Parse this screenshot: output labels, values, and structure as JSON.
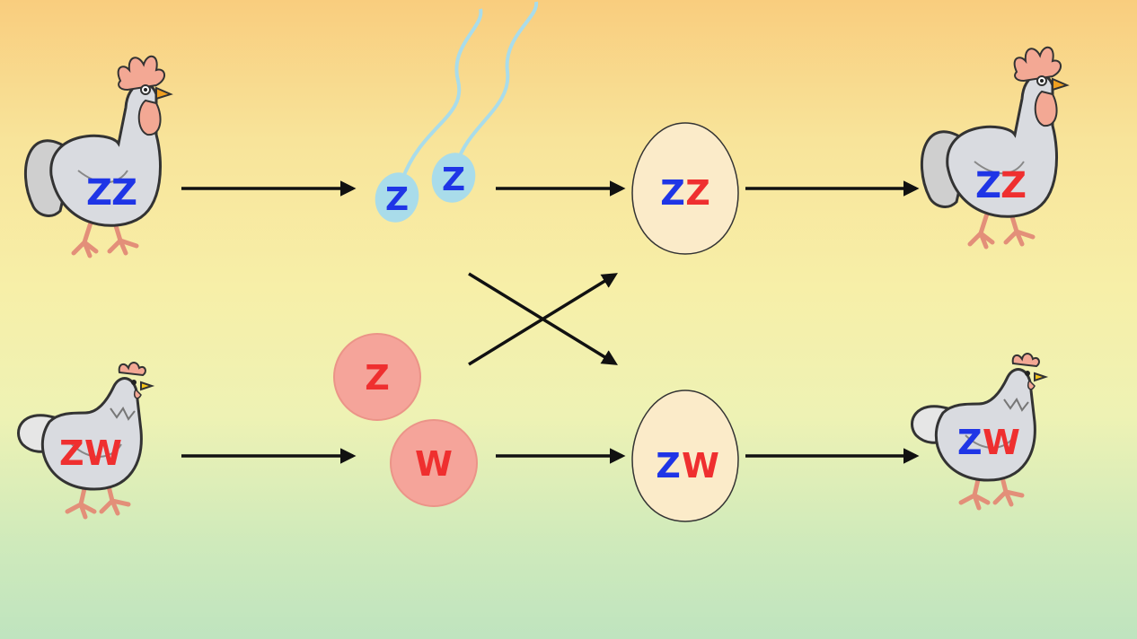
{
  "rooster_left": {
    "l1": "Z",
    "l2": "Z"
  },
  "hen_left": {
    "l1": "Z",
    "l2": "W"
  },
  "sperm_1": "Z",
  "sperm_2": "Z",
  "egg_cell_1": "Z",
  "egg_cell_2": "W",
  "egg_top": {
    "l1": "Z",
    "l2": "Z"
  },
  "egg_bottom": {
    "l1": "Z",
    "l2": "W"
  },
  "rooster_right": {
    "l1": "Z",
    "l2": "Z"
  },
  "hen_right": {
    "l1": "Z",
    "l2": "W"
  },
  "colors": {
    "paternal_z": "#1f35e6",
    "maternal": "#ef2f2f",
    "arrow": "#111111",
    "egg_fill": "#fbebc9",
    "egg_cell_fill": "#f5a49a",
    "sperm_fill": "#a9dcea",
    "comb": "#f3a894"
  }
}
